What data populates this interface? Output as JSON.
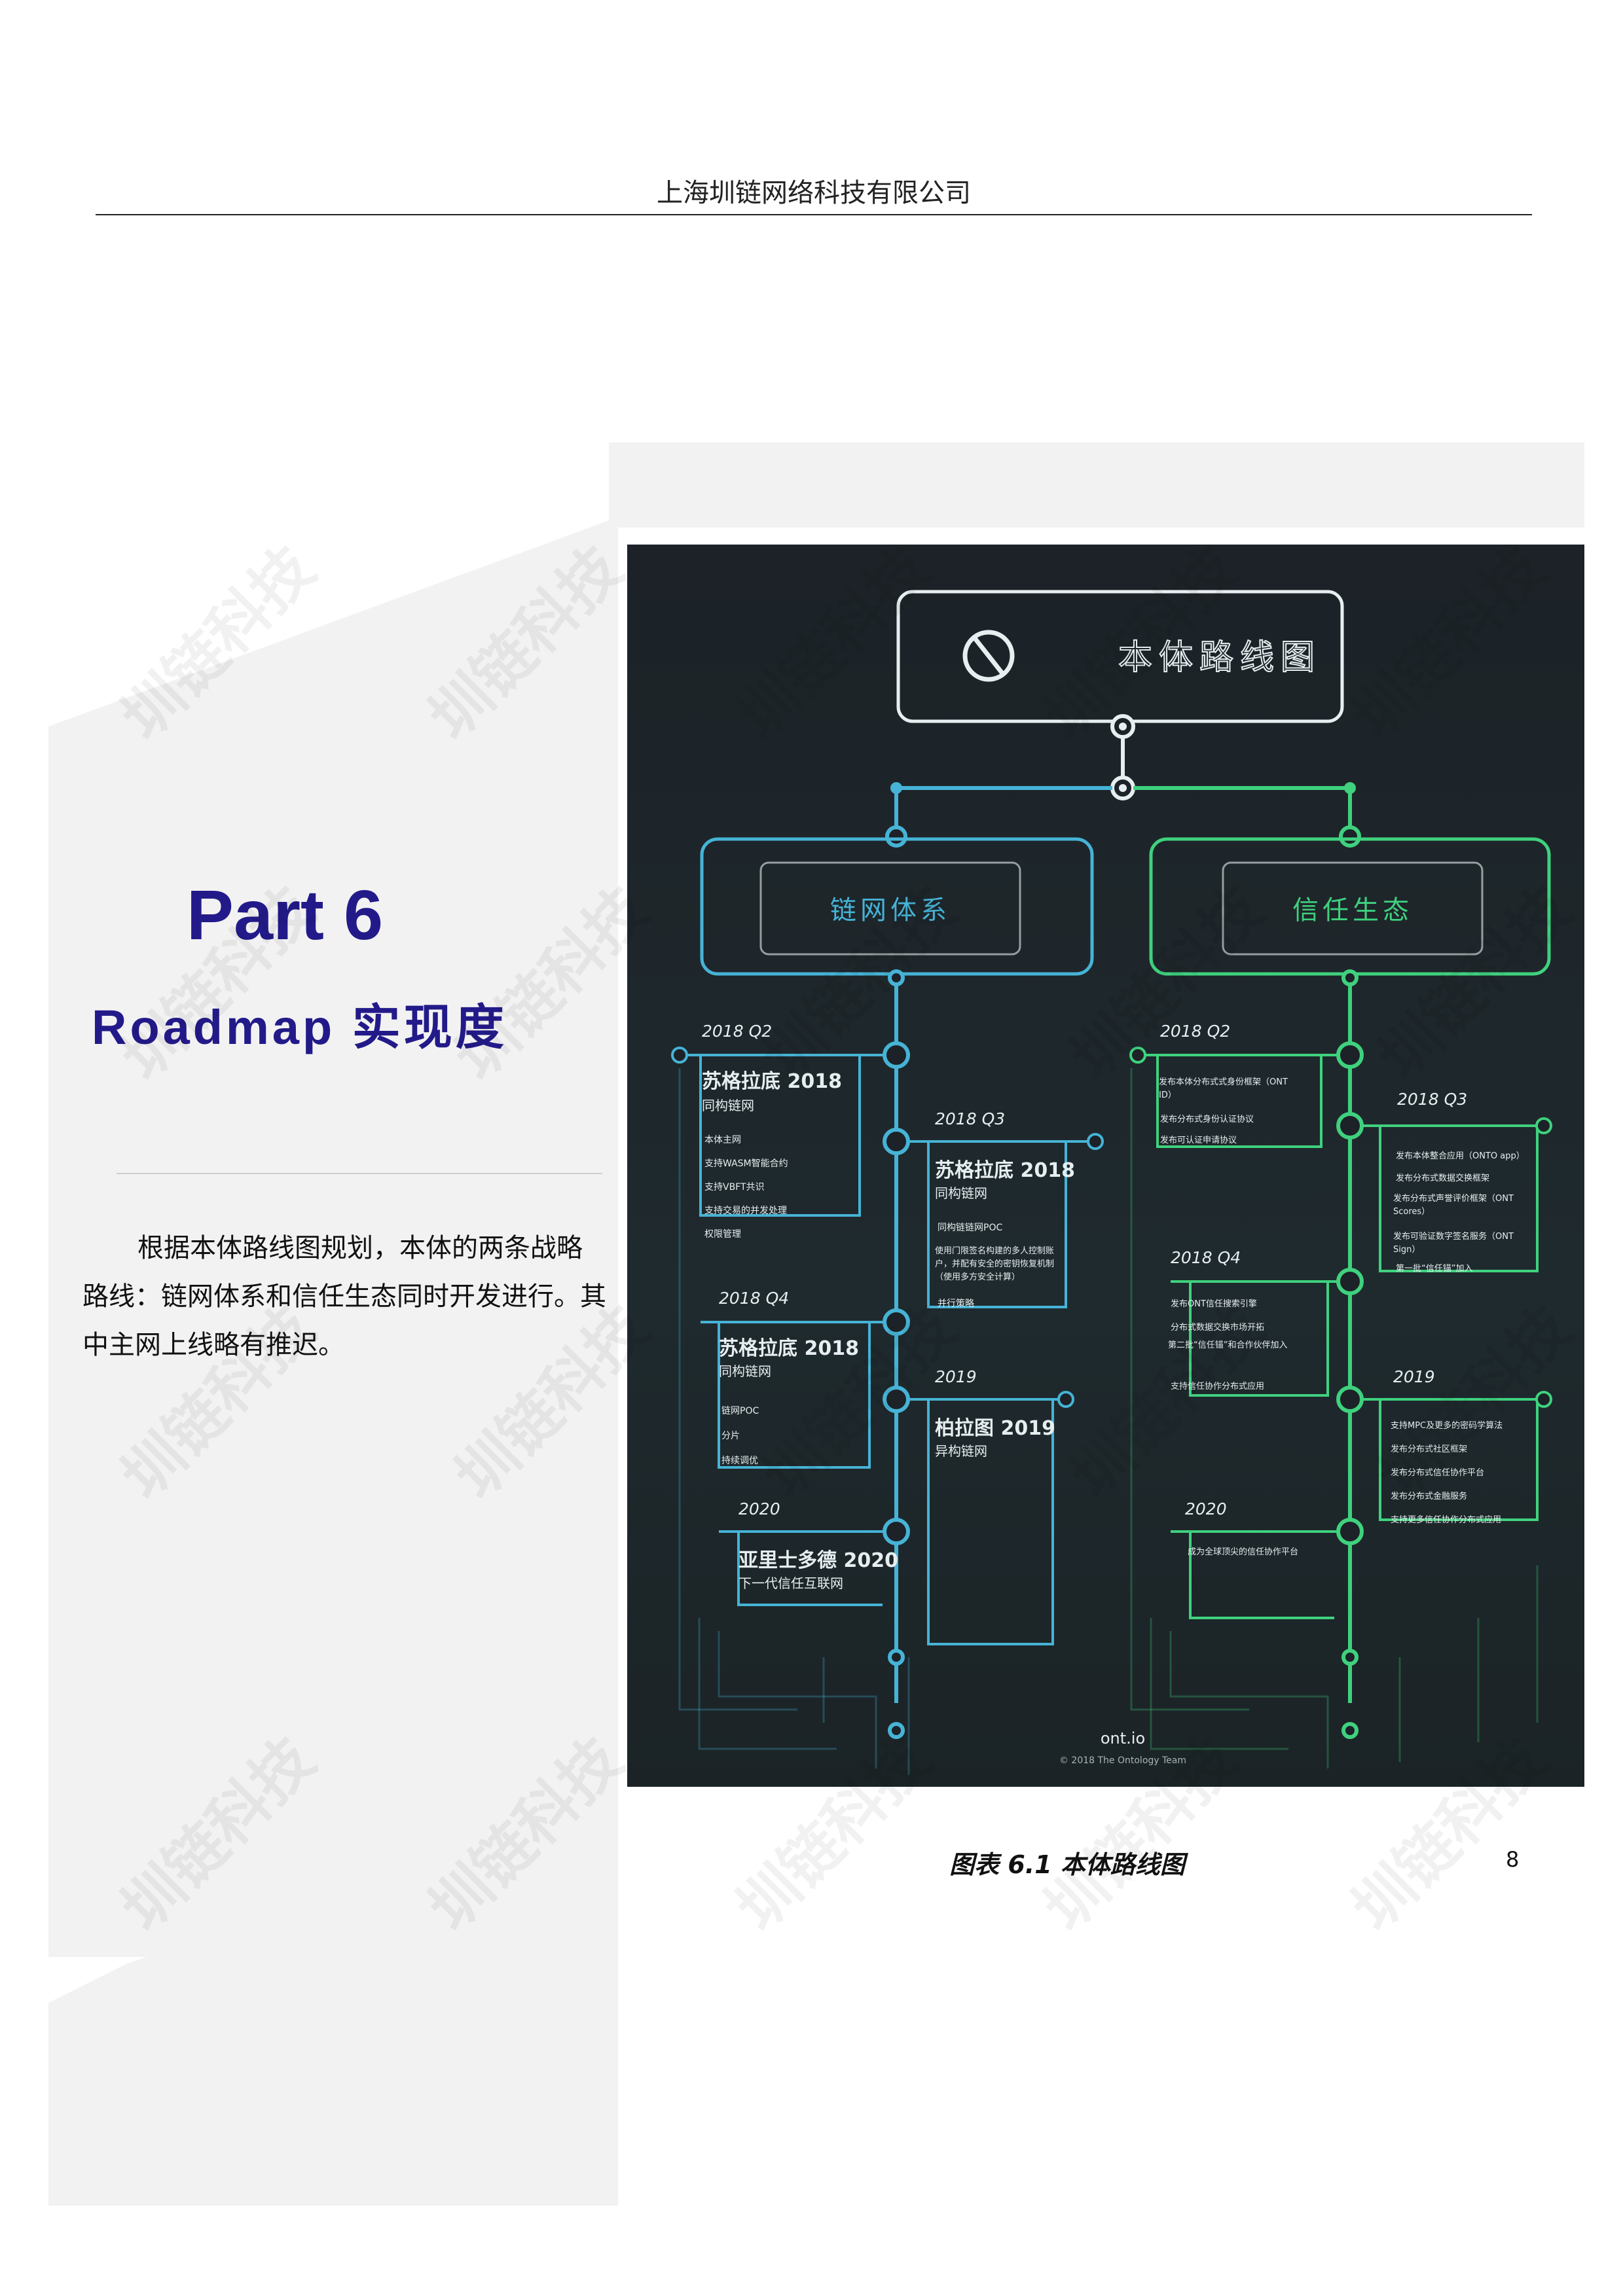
{
  "header": {
    "company": "上海圳链网络科技有限公司"
  },
  "section": {
    "title": "Part 6",
    "subtitle": "Roadmap 实现度"
  },
  "body": {
    "paragraph": "根据本体路线图规划，本体的两条战略路线：链网体系和信任生态同时开发进行。其中主网上线略有推迟。"
  },
  "watermark": {
    "text": "圳链科技"
  },
  "roadmap": {
    "title": "本体路线图",
    "left_branch": "链网体系",
    "right_branch": "信任生态",
    "left": {
      "q2_2018": {
        "period": "2018 Q2",
        "name": "苏格拉底 2018",
        "type": "同构链网",
        "items": [
          "本体主网",
          "支持WASM智能合约",
          "支持VBFT共识",
          "支持交易的并发处理",
          "权限管理"
        ]
      },
      "q3_2018": {
        "period": "2018 Q3",
        "name": "苏格拉底 2018",
        "type": "同构链网",
        "items": [
          "同构链链网POC",
          "使用门限签名构建的多人控制账户，并配有安全的密钥恢复机制（使用多方安全计算）",
          "并行策略"
        ]
      },
      "q4_2018": {
        "period": "2018 Q4",
        "name": "苏格拉底 2018",
        "type": "同构链网",
        "items": [
          "链网POC",
          "分片",
          "持续调优"
        ]
      },
      "y2019": {
        "period": "2019",
        "name": "柏拉图 2019",
        "type": "异构链网"
      },
      "y2020": {
        "period": "2020",
        "name": "亚里士多德 2020",
        "type": "下一代信任互联网"
      }
    },
    "right": {
      "q2_2018": {
        "period": "2018 Q2",
        "items": [
          "发布本体分布式式身份框架（ONT ID）",
          "发布分布式身份认证协议",
          "发布可认证申请协议"
        ]
      },
      "q3_2018": {
        "period": "2018 Q3",
        "items": [
          "发布本体整合应用（ONTO app）",
          "发布分布式数据交换框架",
          "发布分布式声誉评价框架（ONT Scores）",
          "发布可验证数字签名服务（ONT Sign）",
          "第一批“信任锚”加入"
        ]
      },
      "q4_2018": {
        "period": "2018 Q4",
        "items": [
          "发布ONT信任搜索引擎",
          "分布式数据交换市场开拓",
          "第二批“信任锚”和合作伙伴加入",
          "支持信任协作分布式应用"
        ]
      },
      "y2019": {
        "period": "2019",
        "items": [
          "支持MPC及更多的密码学算法",
          "发布分布式社区框架",
          "发布分布式信任协作平台",
          "发布分布式金融服务",
          "支持更多信任协作分布式应用"
        ]
      },
      "y2020": {
        "period": "2020",
        "items": [
          "成为全球顶尖的信任协作平台"
        ]
      }
    },
    "footer_site": "ont.io",
    "footer_copyright": "© 2018 The Ontology Team",
    "colors": {
      "blue": "#46b3d6",
      "green": "#3fd17e",
      "title_box": "#e7eef0"
    }
  },
  "caption": "图表 6.1 本体路线图",
  "page_number": "8"
}
